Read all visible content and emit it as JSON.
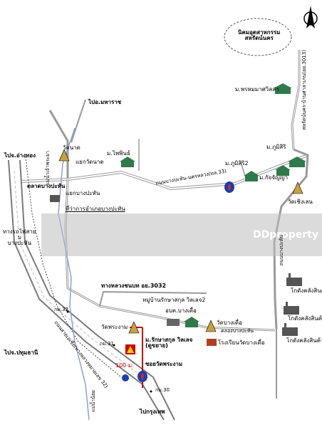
{
  "labels": {
    "estate": "นิคมอุตสาหกรรม\nสหรัตน์นคร",
    "to_maharaj": "ไปอ.มหาราช",
    "to_changthong": "ไปจ.อ่างทอง",
    "to_pathum": "ไปจ.ปทุมธานี",
    "to_bangkok": "ไปกรุงเทพ",
    "wat_nat": "วัดนาด",
    "yaek_wat_nat": "แยกวัดนาด",
    "river_west": "แม่น้ำเจ้าพระยา",
    "market": "ตลาดบางปะหัน",
    "yaek_bangpahan": "แยกบางปะหัน",
    "district_office": "ที่ว่าการอำเภอบางปะหัน",
    "rail": "ทางรถไฟสาย\nบ\nบางปะหัน",
    "mu_phaiphin": "ม.ไพพินธ์",
    "road_33": "ถนนบางปะหัน-นครหลวง(ทล.33)",
    "mu_phumisiri2": "ม.ภูมิสิริ2",
    "mu_phumisiri": "ม.ภูมิสิริ",
    "mu_kanchanabury": "ม.กัจจัญญา",
    "wat_chueang": "วัดเชิงเลน",
    "mu_phrommachat": "ม.พรหมมาศวิลล่า",
    "road_3013": "สหรัตน์นคร-บ้านศาลาเกน(อย.3013)",
    "road_phrachan": "ถนนบางปะหัน",
    "rural_road": "ทางหลวงชนบท อย.3032",
    "village_school": "หมู่บ้านรักษาสกุล วิลเลจ2",
    "tambon_office": "อบต.บางเดื่อ",
    "wat_bangduea": "วัดบางเดื่อ",
    "road_bangpahan": "คลองบางปะหัน",
    "school_bangduea": "โรงเรียนวัดบางเดื่อ",
    "wat_phrangam": "วัดพระงาม",
    "village_main": "ม.รักษาสกุล วิลเลจ\n(ดูขยาย)",
    "distance": "100 ม.",
    "gas_station": "ซอยวัดพระงาม",
    "warehouse_1": "โกดังคลังสินค้า",
    "warehouse_2": "โกดังคลังสินค้า",
    "warehouse_3": "โกดังคลังสินค้า",
    "km32": "กม.32",
    "km31": "กม.31",
    "km30": "กม.30",
    "highway_32": "ถนนสายเอเชีย(ทางหลวงหมายเลข 32)",
    "river_south": "แม่น้ำน้อย",
    "watermark": "DDproperty"
  },
  "colors": {
    "road": "#9a9a9a",
    "river": "#8aa0d8",
    "highway": "#7a7a7a",
    "target": "#cc0000",
    "tree": "#2f7a4a"
  },
  "icons": [
    "compass-icon",
    "temple-icon",
    "house-icon",
    "factory-icon",
    "gas-station-icon",
    "location-marker-icon"
  ]
}
